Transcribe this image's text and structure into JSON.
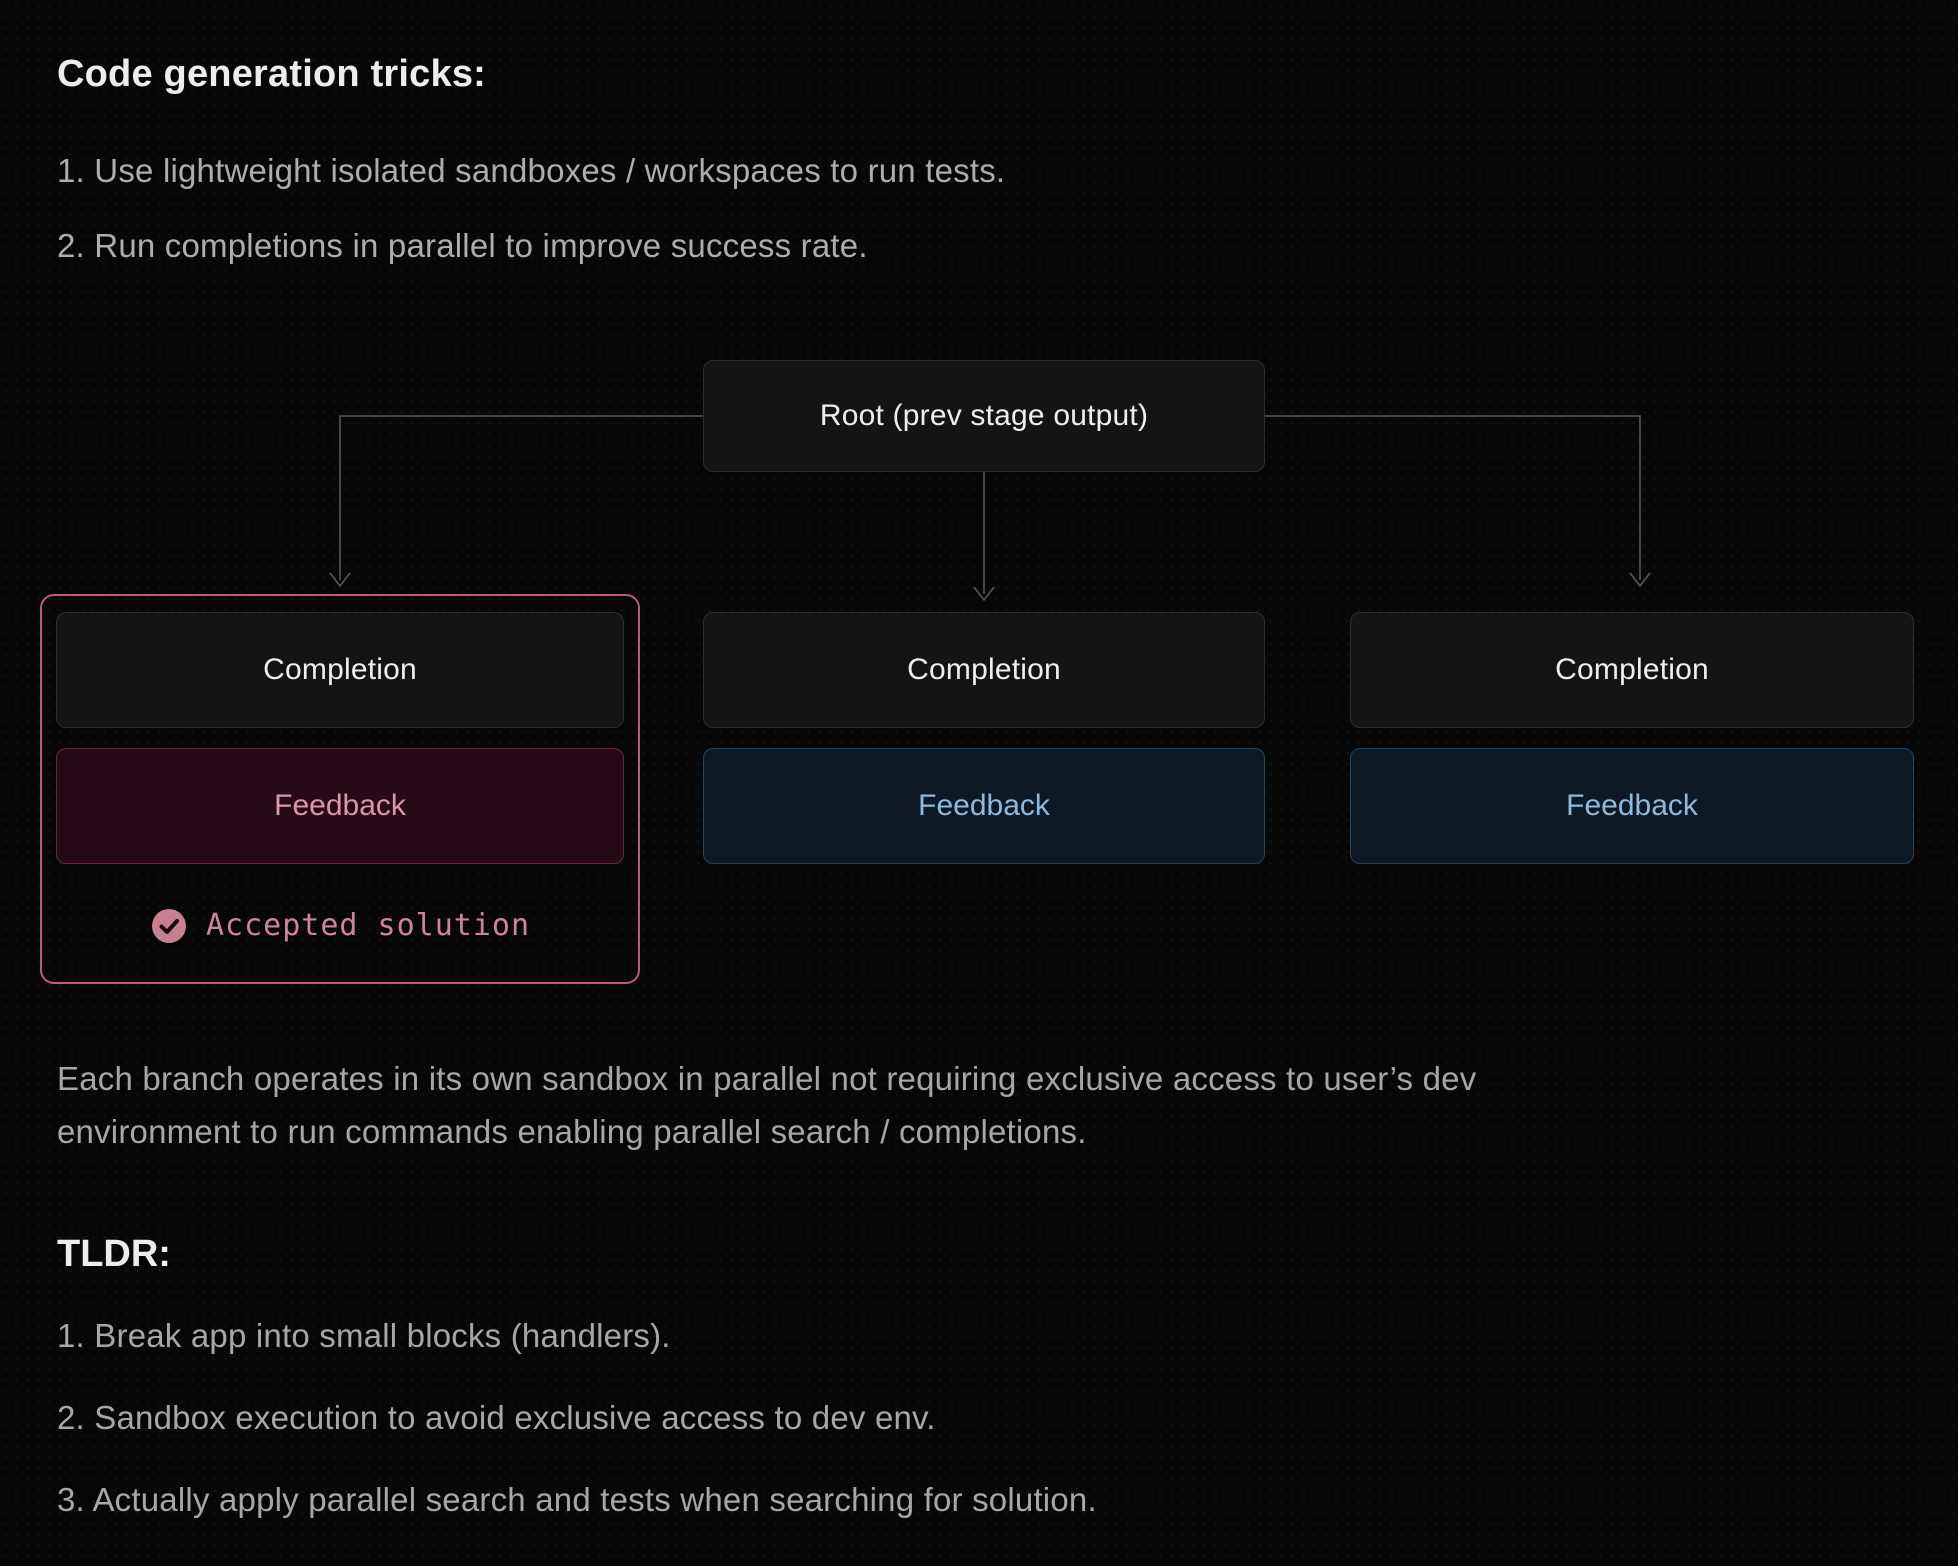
{
  "page": {
    "title": "Code generation tricks:",
    "tricks": [
      "1. Use lightweight isolated sandboxes / workspaces to run tests.",
      "2. Run completions in parallel to improve success rate."
    ],
    "note": "Each branch operates in its own sandbox in parallel not requiring exclusive access to user’s dev environment to run commands enabling parallel search / completions.",
    "tldr_title": "TLDR:",
    "tldr_items": [
      "1. Break app into small blocks (handlers).",
      "2. Sandbox execution to avoid exclusive access to dev env.",
      "3. Actually apply parallel search and tests when searching for solution."
    ]
  },
  "diagram": {
    "root_label": "Root (prev stage output)",
    "branches": [
      {
        "completion": "Completion",
        "feedback": "Feedback",
        "accepted_label": "Accepted solution"
      },
      {
        "completion": "Completion",
        "feedback": "Feedback"
      },
      {
        "completion": "Completion",
        "feedback": "Feedback"
      }
    ],
    "colors": {
      "accent_pink": "#c25878",
      "accepted_pink": "#cf8498",
      "accent_blue": "#90badd",
      "connector_gray": "#585858"
    }
  }
}
